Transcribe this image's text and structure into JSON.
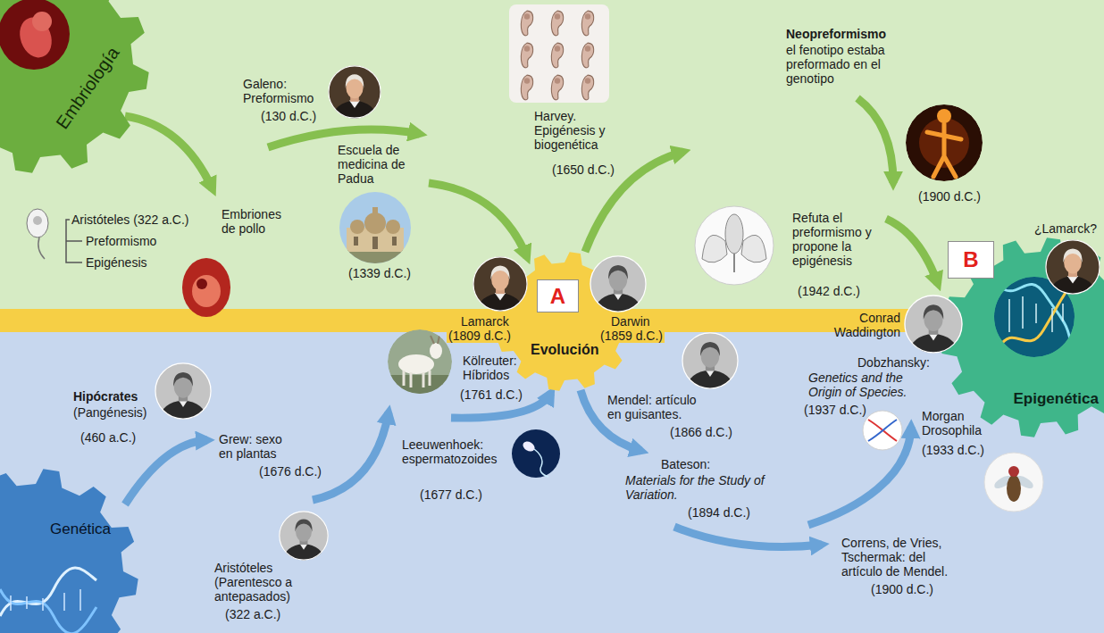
{
  "diagram": {
    "nodes": [
      {
        "text": [
          "Embriología"
        ]
      },
      {
        "text": [
          "Evolución"
        ]
      },
      {
        "text": [
          "A"
        ],
        "in": 1
      },
      {
        "text": [
          "Epigenética"
        ]
      },
      {
        "text": [
          "B"
        ],
        "in": 3
      },
      {
        "text": [
          "Genética"
        ]
      }
    ],
    "labels": [
      "Aristóteles (322 a.C.)",
      "Preformismo",
      "Epigénesis",
      "Embriones de pollo",
      "Galeno: Preformismo",
      "(130 d.C.)",
      "Escuela de medicina de Padua",
      "(1339 d.C.)",
      "Harvey. Epigénesis y biogenética",
      "(1650 d.C.)",
      "Neopreformismo",
      "el fenotipo estaba preformado en el genotipo",
      "(1900 d.C.)",
      "Refuta el preformismo y propone la epigénesis",
      "(1942 d.C.)",
      "¿Lamarck?",
      "Lamarck",
      "(1809 d.C.)",
      "Darwin",
      "(1859 d.C.)",
      "Conrad Waddington",
      "Hipócrates",
      "(Pangénesis)",
      "(460 a.C.)",
      "Grew: sexo en plantas",
      "(1676 d.C.)",
      "Aristóteles (Parentesco a antepasados)",
      "(322 a.C.)",
      "Kölreuter: Híbridos",
      "(1761 d.C.)",
      "Leeuwenhoek: espermatozoides",
      "(1677 d.C.)",
      "Mendel: artículo en guisantes.",
      "(1866 d.C.)",
      "Bateson:",
      "Materials for the Study of Variation.",
      "(1894 d.C.)",
      "Correns, de Vries, Tschermak: del artículo de Mendel.",
      "(1900 d.C.)",
      "Morgan Drosophila",
      "(1933 d.C.)",
      "Dobzhansky:",
      "Genetics and the Origin of Species.",
      "(1937 d.C.)"
    ]
  }
}
